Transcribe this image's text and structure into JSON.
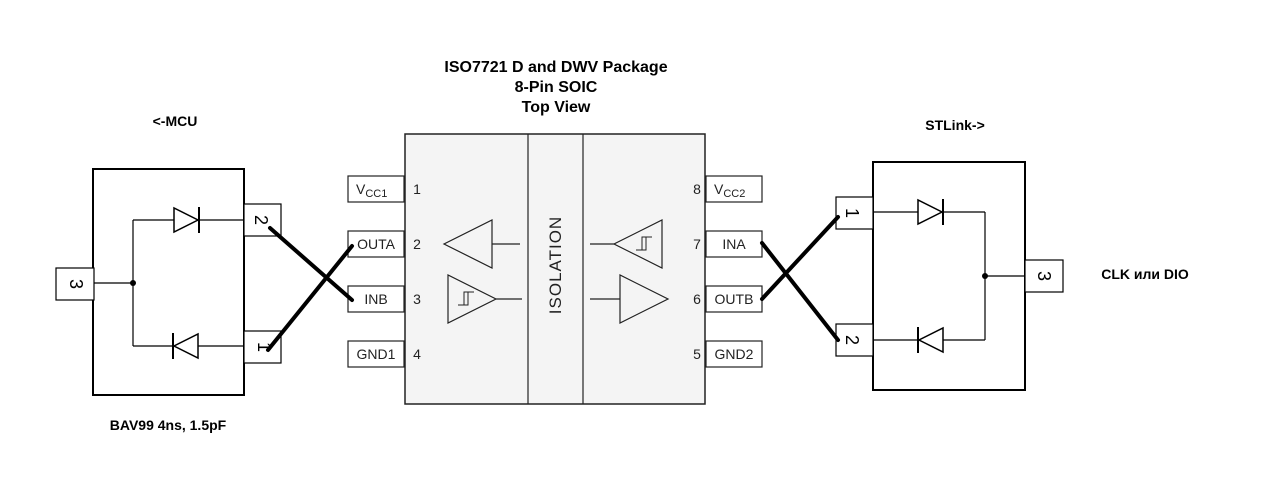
{
  "title": {
    "line1": "ISO7721 D and DWV Package",
    "line2": "8-Pin SOIC",
    "line3": "Top View"
  },
  "isolation_label": "ISOLATION",
  "left_pins": [
    {
      "number": "1",
      "name_main": "V",
      "name_sub": "CC1"
    },
    {
      "number": "2",
      "name": "OUTA"
    },
    {
      "number": "3",
      "name": "INB"
    },
    {
      "number": "4",
      "name": "GND1"
    }
  ],
  "right_pins": [
    {
      "number": "8",
      "name_main": "V",
      "name_sub": "CC2"
    },
    {
      "number": "7",
      "name": "INA"
    },
    {
      "number": "6",
      "name": "OUTB"
    },
    {
      "number": "5",
      "name": "GND2"
    }
  ],
  "left_diode": {
    "label": "<-MCU",
    "pin_top": "2",
    "pin_bottom": "1",
    "pin_common": "3",
    "caption": "BAV99 4ns, 1.5pF"
  },
  "right_diode": {
    "label": "STLink->",
    "pin_top": "1",
    "pin_bottom": "2",
    "pin_common": "3",
    "caption": "CLK или DIO"
  }
}
